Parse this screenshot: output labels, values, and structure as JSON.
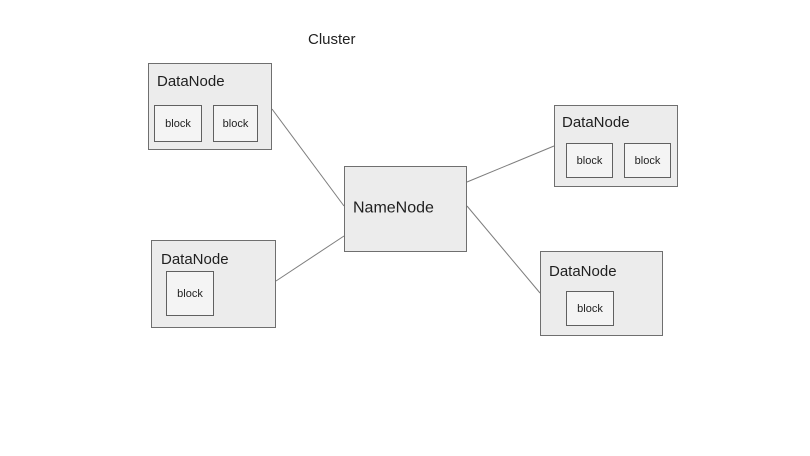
{
  "title": "Cluster",
  "name_node": {
    "label": "NameNode"
  },
  "data_nodes": [
    {
      "position": "top-left",
      "label": "DataNode",
      "blocks": [
        "block",
        "block"
      ]
    },
    {
      "position": "top-right",
      "label": "DataNode",
      "blocks": [
        "block",
        "block"
      ]
    },
    {
      "position": "bottom-left",
      "label": "DataNode",
      "blocks": [
        "block"
      ]
    },
    {
      "position": "bottom-right",
      "label": "DataNode",
      "blocks": [
        "block"
      ]
    }
  ],
  "colors": {
    "background": "#ffffff",
    "node_fill": "#ececec",
    "node_border": "#6f6f6f",
    "block_fill": "#f4f4f4",
    "block_border": "#606060",
    "connector": "#7d7d7d",
    "text": "#1f1f1f"
  }
}
